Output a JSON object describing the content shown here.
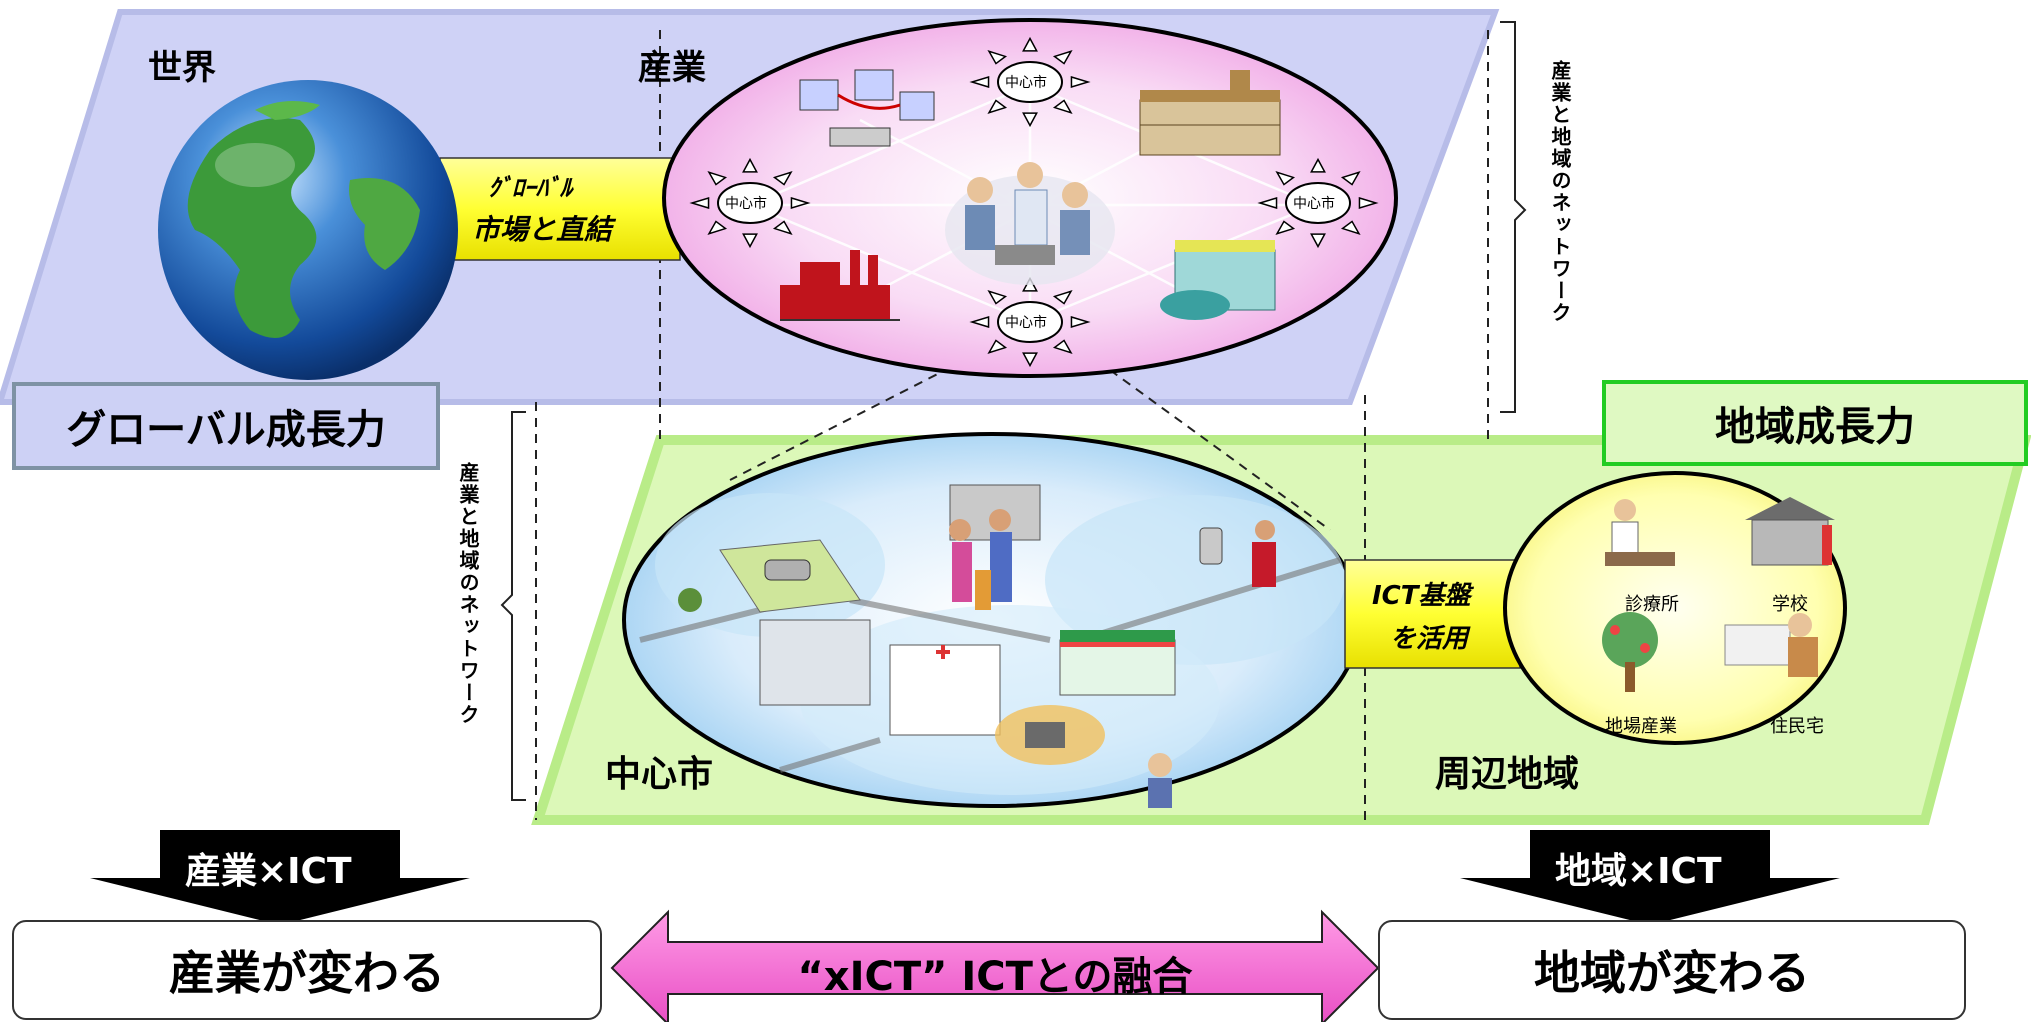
{
  "top_plane": {
    "world_label": "世界",
    "industry_label": "産業",
    "global_growth": "グローバル成長力",
    "connector_line1": "ｸﾞﾛｰﾊﾞﾙ",
    "connector_line2": "市場と直結",
    "hub_label": "中心市",
    "network_side_label": "産業と地域のネットワーク"
  },
  "bottom_plane": {
    "regional_growth": "地域成長力",
    "central_city": "中心市",
    "surrounding_area": "周辺地域",
    "connector_line1": "ICT基盤",
    "connector_line2": "を活用",
    "network_side_label": "産業と地域のネットワーク",
    "facilities": [
      "診療所",
      "学校",
      "地場産業",
      "住民宅"
    ]
  },
  "bottom_row": {
    "industry_ict": "産業×ICT",
    "region_ict": "地域×ICT",
    "industry_changes": "産業が変わる",
    "region_changes": "地域が変わる",
    "fusion": "“xICT”  ICTとの融合"
  },
  "colors": {
    "top_plane": "#cdd0f5",
    "bottom_plane": "#d9f7b0",
    "industry_ellipse": "#f6c8f0",
    "yellow": "#ffff55",
    "fusion_arrow": "#f060c8",
    "green_border": "#22cc22"
  }
}
